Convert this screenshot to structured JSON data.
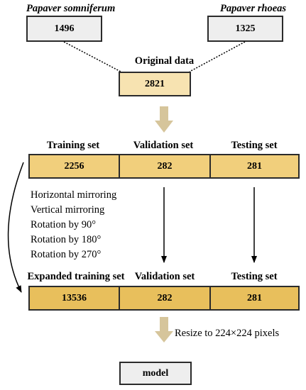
{
  "sources": {
    "left": {
      "label": "Papaver somniferum",
      "count": "1496"
    },
    "right": {
      "label": "Papaver rhoeas",
      "count": "1325"
    }
  },
  "original": {
    "label": "Original data",
    "count": "2821"
  },
  "split": {
    "headers": [
      "Training set",
      "Validation set",
      "Testing set"
    ],
    "values": [
      "2256",
      "282",
      "281"
    ]
  },
  "augmentation": [
    "Horizontal mirroring",
    "Vertical mirroring",
    "Rotation by 90°",
    "Rotation by 180°",
    "Rotation by 270°"
  ],
  "expanded": {
    "headers": [
      "Expanded training set",
      "Validation set",
      "Testing set"
    ],
    "values": [
      "13536",
      "282",
      "281"
    ]
  },
  "resize": "Resize to 224×224 pixels",
  "model": "model",
  "colors": {
    "border": "#2b2b2b",
    "grey_box": "#eeeeee",
    "cream_box": "#f7e3b1",
    "gold_box": "#f1cf7c",
    "dark_gold_box": "#e8bf5c",
    "down_arrow": "#d6c59b"
  }
}
